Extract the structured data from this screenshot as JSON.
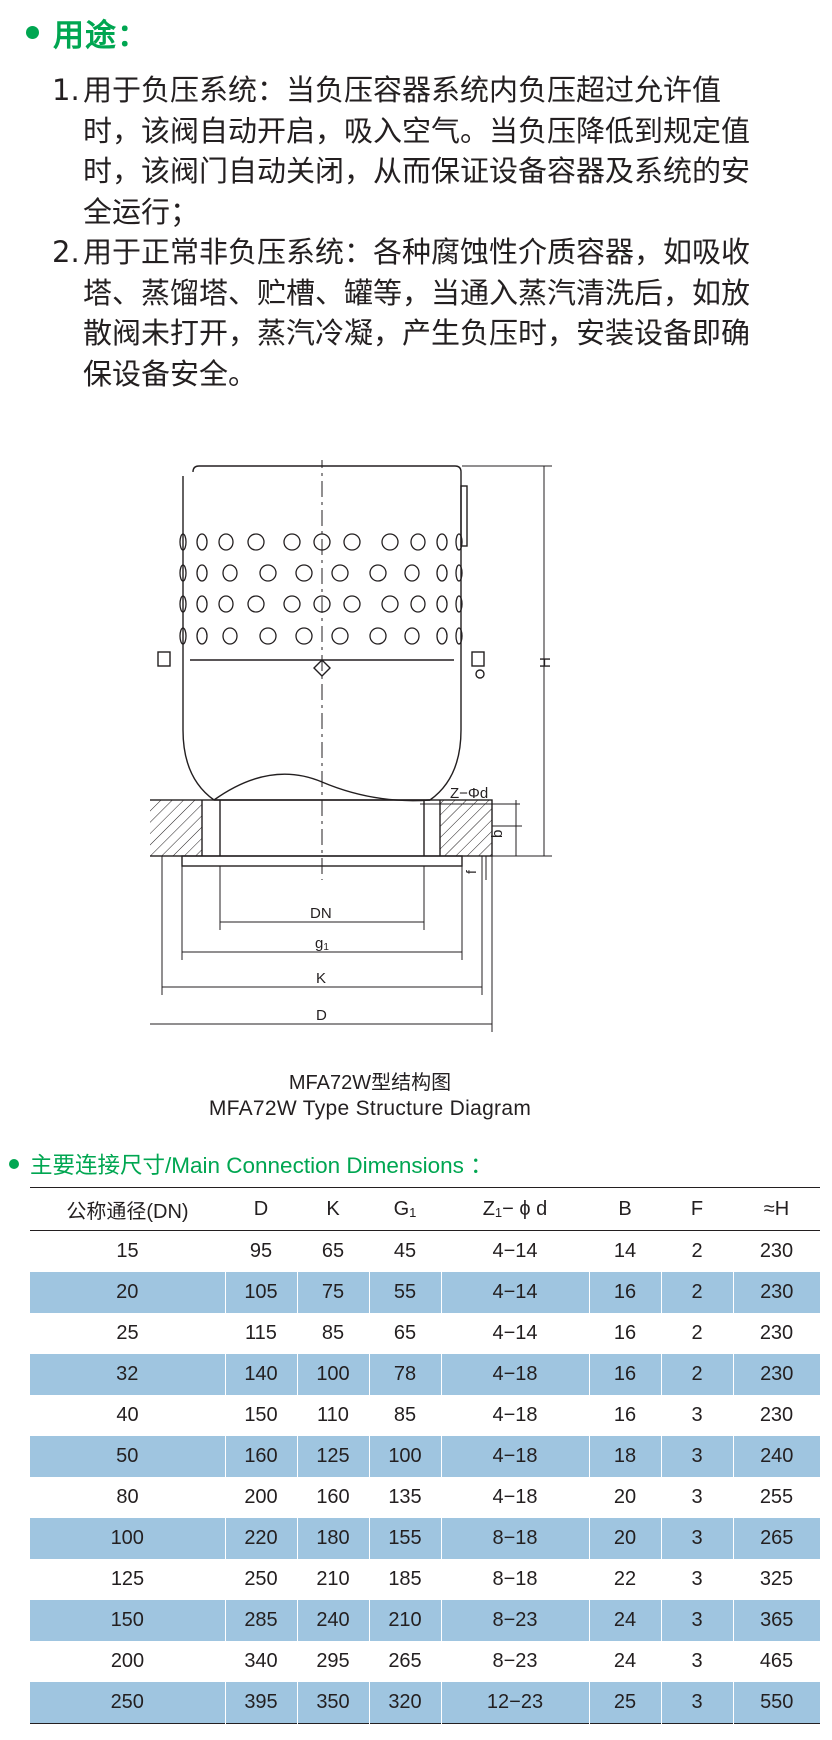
{
  "uses": {
    "title": "用途：",
    "items": [
      {
        "num": "1.",
        "text": "用于负压系统：当负压容器系统内负压超过允许值时，该阀自动开启，吸入空气。当负压降低到规定值时，该阀门自动关闭，从而保证设备容器及系统的安全运行；"
      },
      {
        "num": "2.",
        "text": "用于正常非负压系统：各种腐蚀性介质容器，如吸收塔、蒸馏塔、贮槽、罐等，当通入蒸汽清洗后，如放散阀未打开，蒸汽冷凝，产生负压时，安装设备即确保设备安全。"
      }
    ]
  },
  "diagram": {
    "labels": {
      "H": "H",
      "Z_phi_d": "Z−Φd",
      "b": "b",
      "f": "f",
      "DN": "DN",
      "g": "g",
      "g_sub": "1",
      "K": "K",
      "D": "D"
    },
    "caption_cn": "MFA72W型结构图",
    "caption_en": "MFA72W  Type Structure Diagram"
  },
  "dimensions": {
    "title": "主要连接尺寸/Main Connection Dimensions ：",
    "headers": {
      "dn": "公称通径(DN)",
      "d": "D",
      "k": "K",
      "g": "G",
      "g_sub": "1",
      "z": "Z",
      "z_sub": "1",
      "z_rest": "− ϕ d",
      "b": "B",
      "f": "F",
      "h": "≈H"
    },
    "rows": [
      [
        "15",
        "95",
        "65",
        "45",
        "4−14",
        "14",
        "2",
        "230"
      ],
      [
        "20",
        "105",
        "75",
        "55",
        "4−14",
        "16",
        "2",
        "230"
      ],
      [
        "25",
        "115",
        "85",
        "65",
        "4−14",
        "16",
        "2",
        "230"
      ],
      [
        "32",
        "140",
        "100",
        "78",
        "4−18",
        "16",
        "2",
        "230"
      ],
      [
        "40",
        "150",
        "110",
        "85",
        "4−18",
        "16",
        "3",
        "230"
      ],
      [
        "50",
        "160",
        "125",
        "100",
        "4−18",
        "18",
        "3",
        "240"
      ],
      [
        "80",
        "200",
        "160",
        "135",
        "4−18",
        "20",
        "3",
        "255"
      ],
      [
        "100",
        "220",
        "180",
        "155",
        "8−18",
        "20",
        "3",
        "265"
      ],
      [
        "125",
        "250",
        "210",
        "185",
        "8−18",
        "22",
        "3",
        "325"
      ],
      [
        "150",
        "285",
        "240",
        "210",
        "8−23",
        "24",
        "3",
        "365"
      ],
      [
        "200",
        "340",
        "295",
        "265",
        "8−23",
        "24",
        "3",
        "465"
      ],
      [
        "250",
        "395",
        "350",
        "320",
        "12−23",
        "25",
        "3",
        "550"
      ]
    ]
  },
  "colors": {
    "accent_green": "#00a651",
    "row_stripe": "#9fc5e0",
    "text": "#231f20"
  }
}
